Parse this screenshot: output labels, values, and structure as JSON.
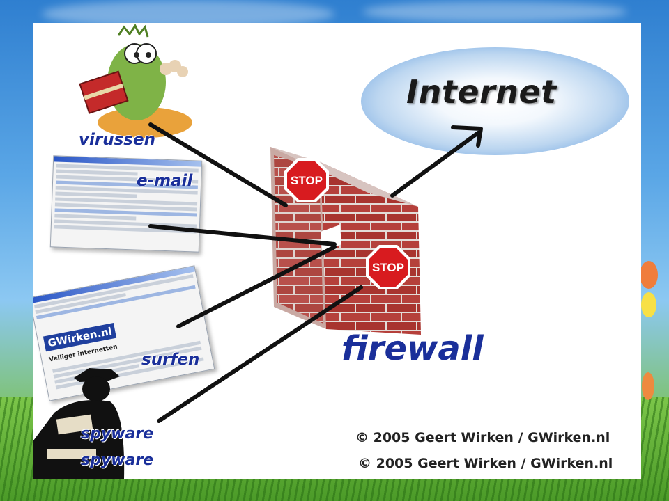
{
  "diagram": {
    "target_label": "Internet",
    "wall_label": "firewall",
    "stop_signs": [
      "STOP",
      "STOP"
    ],
    "threats": [
      "virussen",
      "e-mail",
      "surfen",
      "spyware",
      "spyware"
    ],
    "web_logo": "GWirken.nl",
    "web_heading": "Veiliger internetten",
    "copyright_lines": [
      "© 2005 Geert Wirken / GWirken.nl",
      "© 2005 Geert Wirken / GWirken.nl"
    ]
  },
  "colors": {
    "label_blue": "#1a2f9a",
    "brick": "#b43a36",
    "stop_red": "#d81b1f"
  }
}
